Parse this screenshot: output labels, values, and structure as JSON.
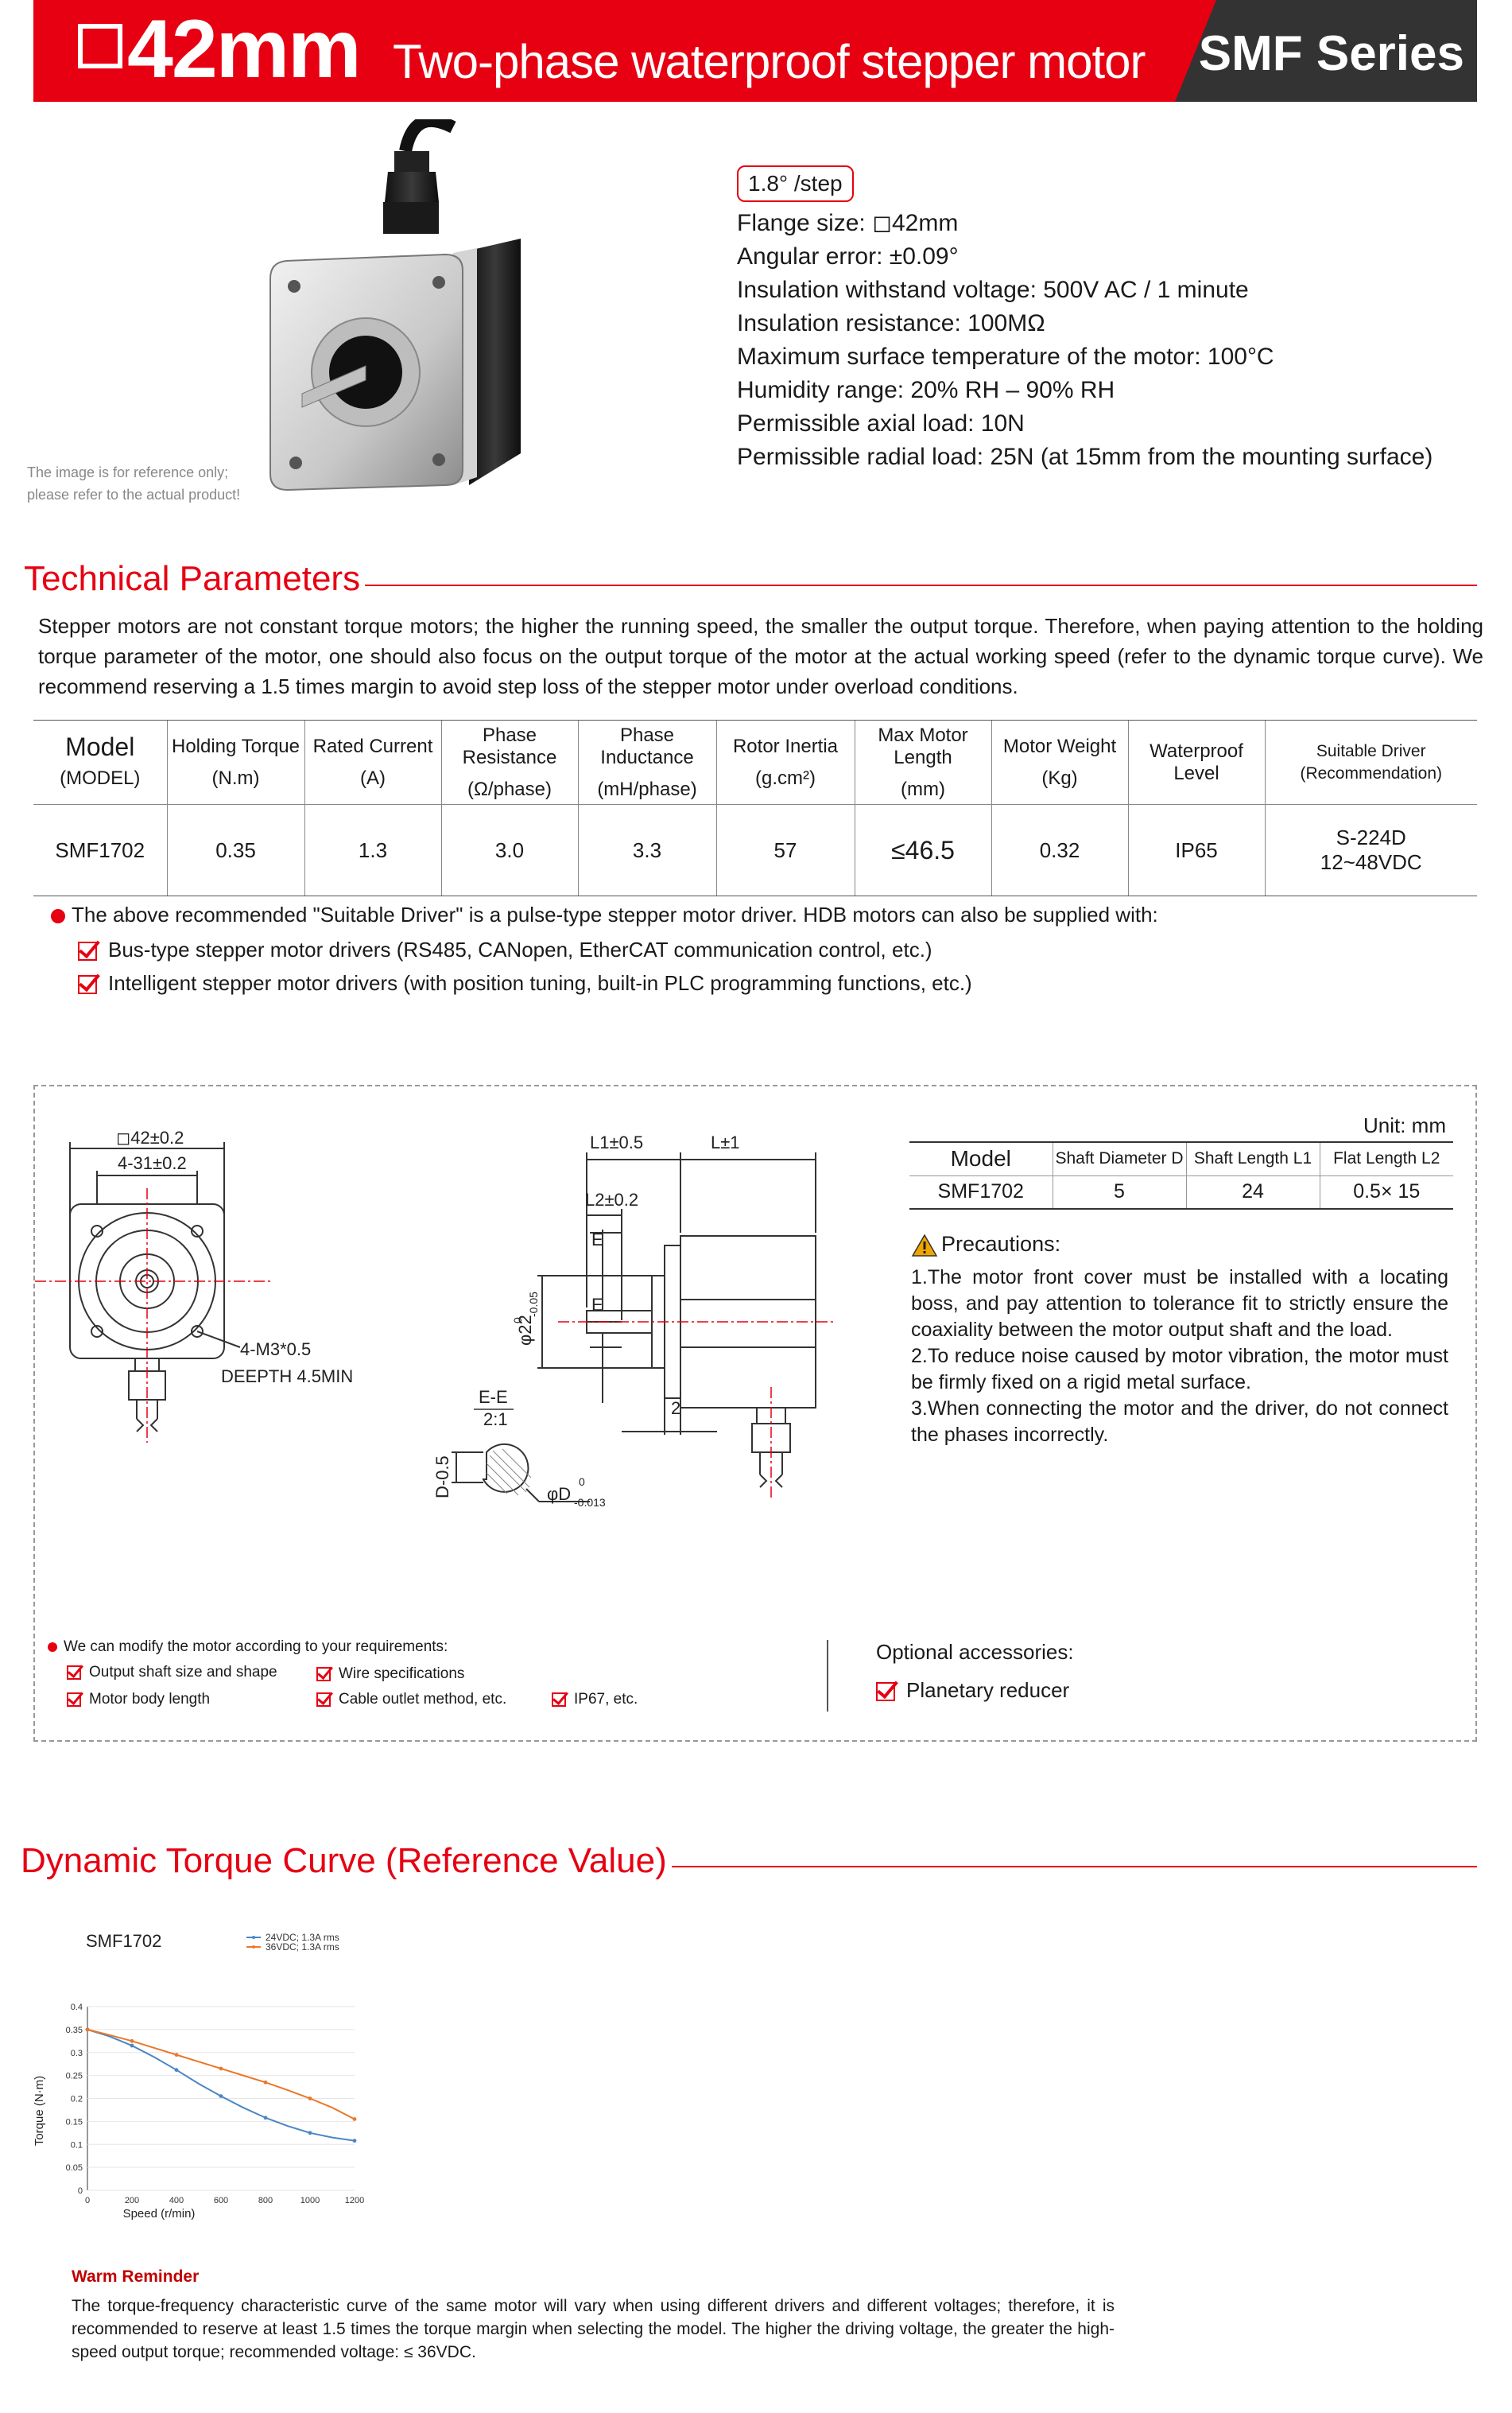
{
  "header": {
    "size": "42mm",
    "title": "Two-phase waterproof stepper motor",
    "series": "SMF Series"
  },
  "intro": {
    "reference_note": [
      "The image is for reference only;",
      "please refer to the actual product!"
    ],
    "step_angle": "1.8° /step",
    "specs": [
      "Flange size: ◻42mm",
      "Angular error: ±0.09°",
      "Insulation withstand voltage: 500V AC / 1 minute",
      "Insulation resistance: 100MΩ",
      "Maximum surface temperature of the motor: 100°C",
      "Humidity range: 20% RH – 90% RH",
      "Permissible axial load: 10N",
      "Permissible radial load: 25N (at 15mm from the mounting surface)"
    ]
  },
  "technical": {
    "title": "Technical Parameters",
    "paragraph": "Stepper motors are not constant torque motors; the higher the running speed, the smaller the output torque. Therefore, when paying attention to the holding torque parameter of the motor, one should also focus on the output torque of the motor at the actual working speed (refer to the dynamic torque curve). We recommend reserving a 1.5 times margin to avoid step loss of the stepper motor under overload conditions.",
    "table": {
      "headers": [
        {
          "main": "Model",
          "sub": "(MODEL)"
        },
        {
          "main": "Holding Torque",
          "sub": "(N.m)"
        },
        {
          "main": "Rated Current",
          "sub": "(A)"
        },
        {
          "main": "Phase Resistance",
          "sub": "(Ω/phase)"
        },
        {
          "main": "Phase Inductance",
          "sub": "(mH/phase)"
        },
        {
          "main": "Rotor Inertia",
          "sub": "(g.cm²)"
        },
        {
          "main": "Max Motor Length",
          "sub": "(mm)"
        },
        {
          "main": "Motor Weight",
          "sub": "(Kg)"
        },
        {
          "main": "Waterproof Level",
          "sub": ""
        },
        {
          "main": "Suitable Driver",
          "sub": "(Recommendation)"
        }
      ],
      "row": {
        "model": "SMF1702",
        "holding_torque": "0.35",
        "rated_current": "1.3",
        "phase_resistance": "3.0",
        "phase_inductance": "3.3",
        "rotor_inertia": "57",
        "max_length": "≤46.5",
        "weight": "0.32",
        "waterproof": "IP65",
        "driver_model": "S-224D",
        "driver_voltage": "12~48VDC"
      }
    },
    "note": "The above recommended \"Suitable Driver\" is a pulse-type stepper motor driver. HDB motors can also be supplied with:",
    "options": [
      "Bus-type stepper motor drivers (RS485, CANopen, EtherCAT communication control, etc.)",
      "Intelligent stepper motor drivers (with position tuning, built-in PLC programming functions, etc.)"
    ]
  },
  "dimensions": {
    "unit": "Unit: mm",
    "drawing_labels": {
      "flange": "◻42±0.2",
      "hole_pitch": "4-31±0.2",
      "screw": "4-M3*0.5",
      "depth": "DEEPTH 4.5MIN",
      "l1": "L1±0.5",
      "l": "L±1",
      "l2": "L2±0.2",
      "e": "E",
      "boss": "φ22",
      "boss_tol": "0",
      "boss_tol2": "-0.05",
      "two": "2",
      "section": "E-E",
      "scale": "2:1",
      "flat": "D-0.5",
      "shaft": "φD",
      "shaft_tol": "0",
      "shaft_tol2": "-0.013"
    },
    "table": {
      "headers": [
        "Model",
        "Shaft Diameter D",
        "Shaft Length L1",
        "Flat Length L2"
      ],
      "row": [
        "SMF1702",
        "5",
        "24",
        "0.5× 15"
      ]
    },
    "precautions_title": "Precautions:",
    "precautions": [
      "1.The motor front cover must be installed with a locating boss, and pay attention to tolerance fit to strictly ensure the coaxiality between the motor output shaft and the load.",
      "2.To reduce noise caused by motor vibration, the motor must be firmly fixed on a rigid metal surface.",
      "3.When connecting the motor and the driver, do not connect the phases incorrectly."
    ],
    "modify_title": "We can modify the motor according to your requirements:",
    "modify_items": [
      "Output shaft size and shape",
      "Wire specifications",
      "Motor body length",
      "Cable outlet method, etc.",
      "IP67, etc."
    ],
    "optional_title": "Optional accessories:",
    "optional_items": [
      "Planetary reducer"
    ]
  },
  "dynamic": {
    "title": "Dynamic Torque Curve (Reference Value)"
  },
  "chart_data": {
    "type": "line",
    "title": "SMF1702",
    "xlabel": "Speed (r/min)",
    "ylabel": "Torque (N·m)",
    "xlim": [
      0,
      1200
    ],
    "ylim": [
      0,
      0.4
    ],
    "xticks": [
      0,
      200,
      400,
      600,
      800,
      1000,
      1200
    ],
    "yticks": [
      0,
      0.05,
      0.1,
      0.15,
      0.2,
      0.25,
      0.3,
      0.35,
      0.4
    ],
    "legend_position": "top",
    "series": [
      {
        "name": "24VDC; 1.3A rms",
        "color": "#4a86c5",
        "x": [
          0,
          100,
          200,
          300,
          400,
          500,
          600,
          700,
          800,
          900,
          1000,
          1100,
          1200
        ],
        "y": [
          0.35,
          0.335,
          0.315,
          0.29,
          0.262,
          0.232,
          0.205,
          0.18,
          0.158,
          0.14,
          0.125,
          0.115,
          0.108
        ]
      },
      {
        "name": "36VDC; 1.3A rms",
        "color": "#e8782a",
        "x": [
          0,
          100,
          200,
          300,
          400,
          500,
          600,
          700,
          800,
          900,
          1000,
          1100,
          1200
        ],
        "y": [
          0.35,
          0.338,
          0.325,
          0.31,
          0.295,
          0.28,
          0.265,
          0.25,
          0.235,
          0.218,
          0.2,
          0.18,
          0.155
        ]
      }
    ]
  },
  "warm": {
    "title": "Warm Reminder",
    "text": "The torque-frequency characteristic curve of the same motor will vary when using different drivers and different voltages; therefore, it is recommended to reserve at least 1.5 times the torque margin when selecting the model. The higher the driving voltage, the greater the high-speed output torque; recommended voltage: ≤ 36VDC."
  }
}
